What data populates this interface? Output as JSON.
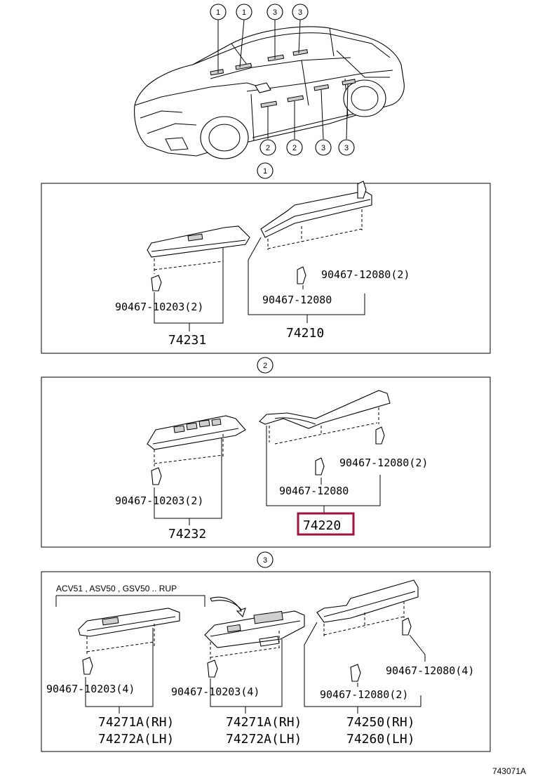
{
  "diagram": {
    "car_markers_top": [
      "1",
      "1",
      "3",
      "3"
    ],
    "car_markers_bottom": [
      "2",
      "2",
      "3",
      "3"
    ],
    "figure_code": "743071A",
    "section1": {
      "marker": "1",
      "left_clip_label": "90467-10203(2)",
      "left_part": "74231",
      "right_clip_label_a": "90467-12080(2)",
      "right_clip_label_b": "90467-12080",
      "right_part": "74210"
    },
    "section2": {
      "marker": "2",
      "left_clip_label": "90467-10203(2)",
      "left_part": "74232",
      "right_clip_label_a": "90467-12080(2)",
      "right_clip_label_b": "90467-12080",
      "right_part": "74220",
      "highlight_color": "#a0143c"
    },
    "section3": {
      "marker": "3",
      "model_note": "ACV51 , ASV50 , GSV50 .. RUP",
      "left_clip_label": "90467-10203(4)",
      "left_part_rh": "74271A(RH)",
      "left_part_lh": "74272A(LH)",
      "mid_clip_label": "90467-10203(4)",
      "mid_part_rh": "74271A(RH)",
      "mid_part_lh": "74272A(LH)",
      "right_clip_label_a": "90467-12080(4)",
      "right_clip_label_b": "90467-12080(2)",
      "right_part_rh": "74250(RH)",
      "right_part_lh": "74260(LH)"
    }
  }
}
